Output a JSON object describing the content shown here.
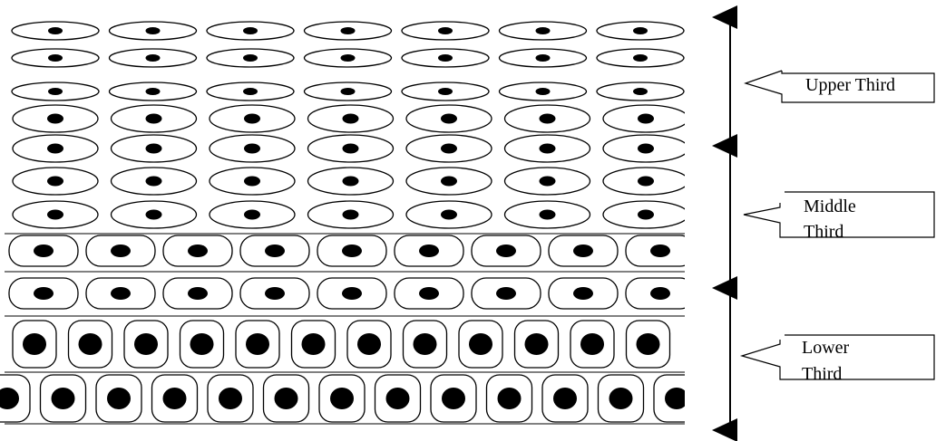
{
  "diagram": {
    "labels": {
      "upper": [
        "Upper Third"
      ],
      "middle": [
        "Middle",
        "Third"
      ],
      "lower": [
        "Lower",
        "Third"
      ]
    },
    "rows": [
      {
        "shape": "flat-ellipse",
        "count": 7
      },
      {
        "shape": "flat-ellipse",
        "count": 7
      },
      {
        "shape": "flat-ellipse",
        "count": 7
      },
      {
        "shape": "ellipse",
        "count": 7
      },
      {
        "shape": "ellipse",
        "count": 7
      },
      {
        "shape": "ellipse",
        "count": 7
      },
      {
        "shape": "ellipse",
        "count": 7
      },
      {
        "shape": "rounded-rect",
        "count": 9
      },
      {
        "shape": "rounded-rect",
        "count": 9
      },
      {
        "shape": "cuboidal",
        "count": 12
      },
      {
        "shape": "cuboidal",
        "count": 13
      }
    ]
  }
}
